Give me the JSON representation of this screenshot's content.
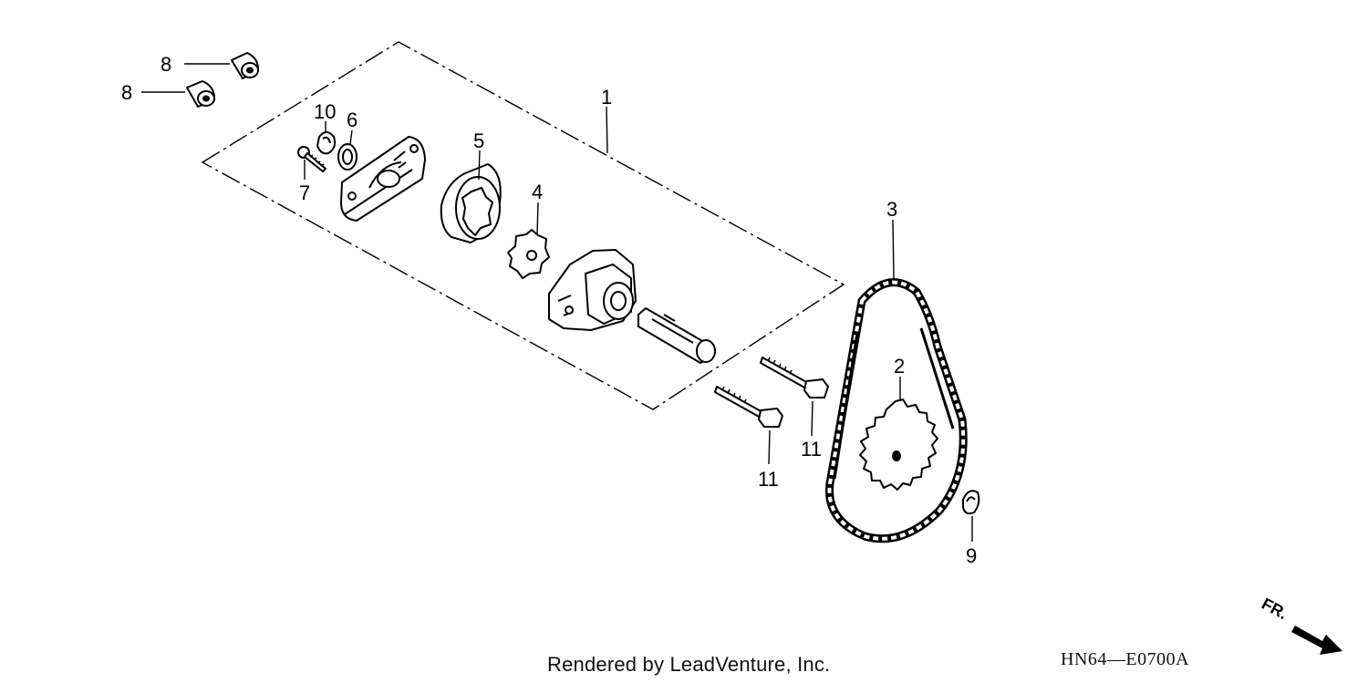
{
  "callouts": {
    "c1": "1",
    "c2": "2",
    "c3": "3",
    "c4": "4",
    "c5": "5",
    "c6": "6",
    "c7": "7",
    "c8a": "8",
    "c8b": "8",
    "c9": "9",
    "c10": "10",
    "c11a": "11",
    "c11b": "11"
  },
  "direction_marker": "FR.",
  "footer": {
    "credit": "Rendered by LeadVenture, Inc.",
    "diagram_code": "HN64—E0700A"
  }
}
